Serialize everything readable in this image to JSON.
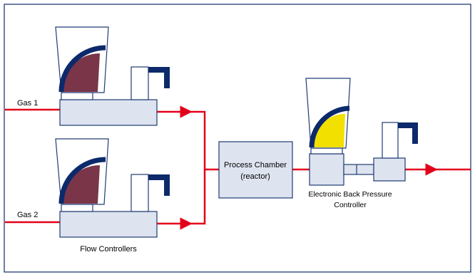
{
  "labels": {
    "gas1": "Gas 1",
    "gas2": "Gas 2",
    "flow_controllers": "Flow Controllers",
    "chamber_line1": "Process Chamber",
    "chamber_line2": "(reactor)",
    "bpc_line1": "Electronic Back Pressure",
    "bpc_line2": "Controller"
  },
  "colors": {
    "border": "#1f3b73",
    "body_fill": "#dde3ef",
    "body_stroke": "#1f3b73",
    "pipe": "#e3001b",
    "arc": "#0c2a6b",
    "flow_fill": "#7a3548",
    "bpc_fill": "#f2e000"
  }
}
